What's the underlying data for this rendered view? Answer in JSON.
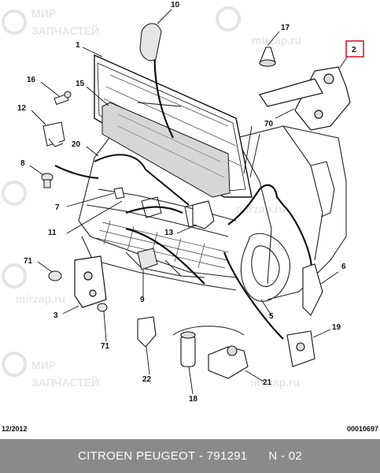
{
  "watermark": {
    "brand_top": "МИР",
    "brand_bottom": "ЗАПЧАСТЕЙ",
    "site": "mirzap.ru"
  },
  "callouts": [
    "10",
    "1",
    "17",
    "2",
    "16",
    "15",
    "12",
    "70",
    "20",
    "8",
    "7",
    "11",
    "13",
    "6",
    "71",
    "9",
    "3",
    "5",
    "19",
    "71",
    "22",
    "18",
    "21"
  ],
  "footer": {
    "date": "12/2012",
    "ref": "00010697"
  },
  "title": {
    "make": "CITROEN PEUGEOT",
    "separator": " - ",
    "code": "791291",
    "section": "N - 02"
  },
  "colors": {
    "ink": "#111111",
    "highlight": "#d21f2a",
    "title_bar": "#8a8a8a",
    "watermark": "#e4e4e4"
  }
}
